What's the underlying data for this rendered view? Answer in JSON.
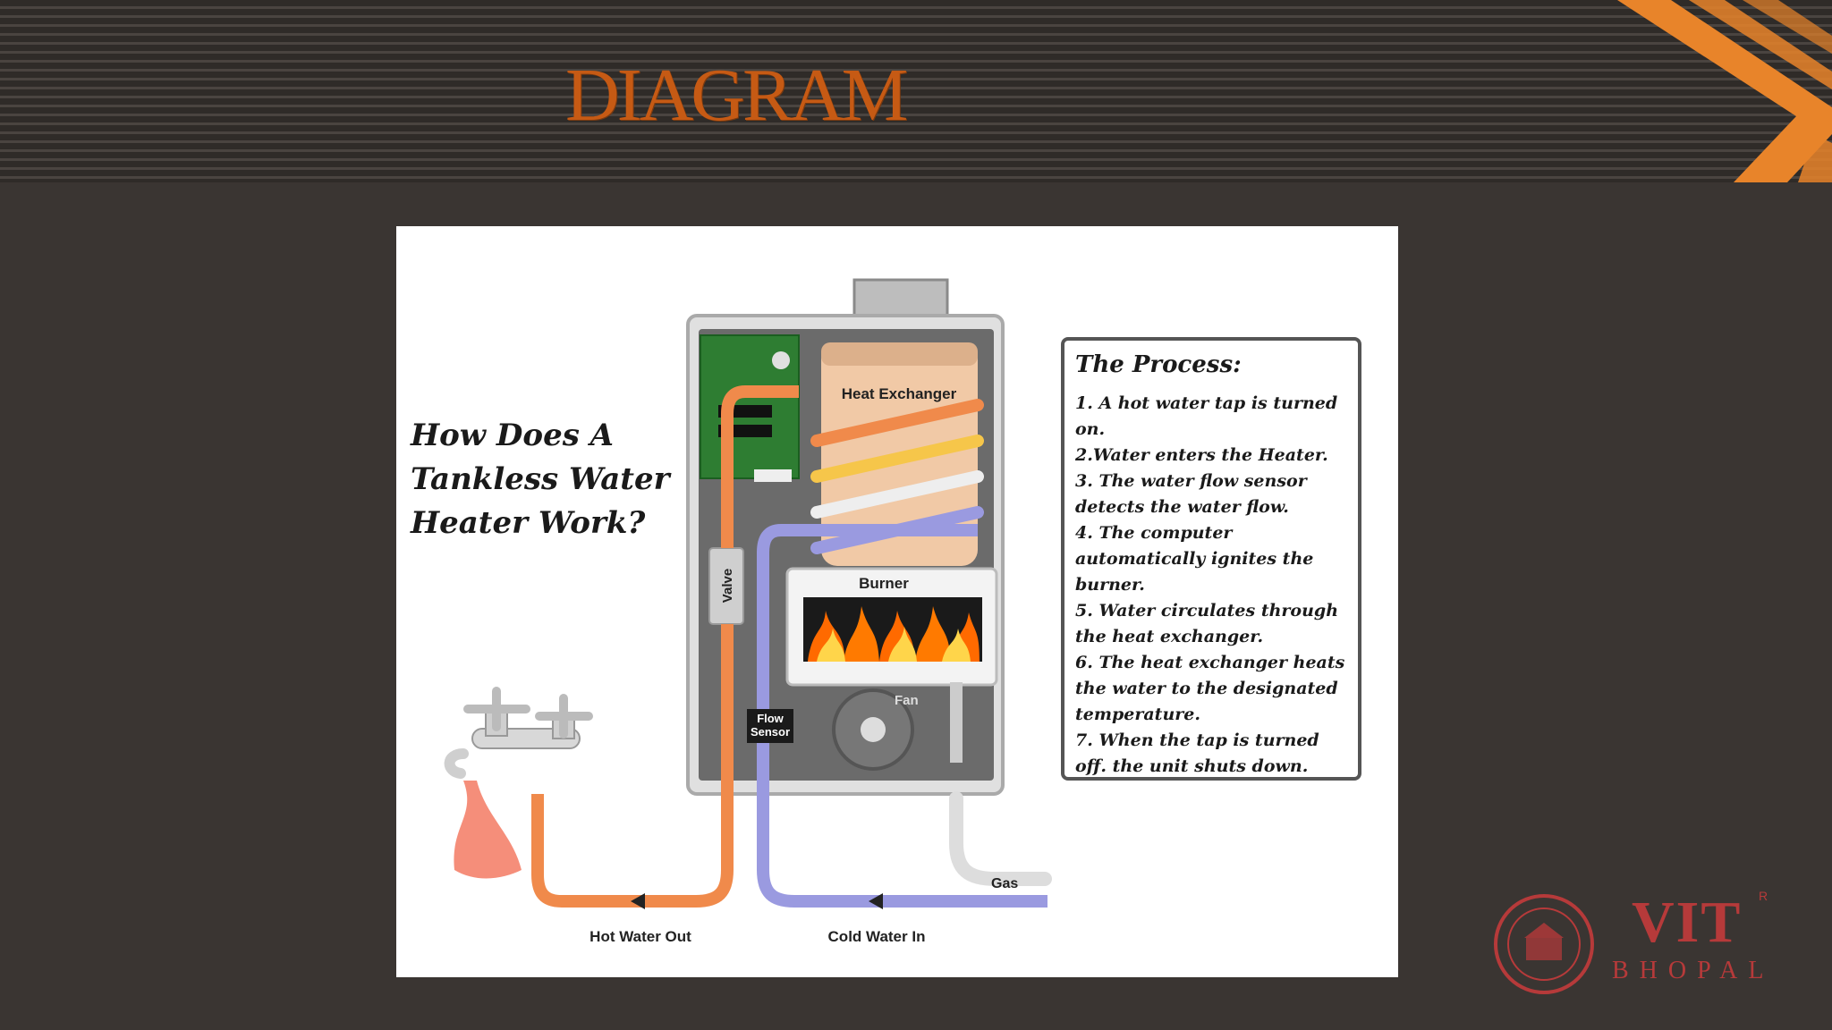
{
  "slide": {
    "title": "DIAGRAM"
  },
  "figure": {
    "heading": "How Does A Tankless Water Heater Work?",
    "process_title": "The Process:",
    "process_steps": [
      "1. A hot water tap is turned on.",
      "2.Water enters the Heater.",
      "3. The water flow sensor detects the water flow.",
      "4. The computer automatically ignites the burner.",
      "5. Water circulates through the heat exchanger.",
      "6. The heat exchanger heats the water to the designated temperature.",
      "7. When the tap is turned off. the unit shuts down."
    ],
    "labels": {
      "heat_exchanger": "Heat Exchanger",
      "burner": "Burner",
      "valve": "Valve",
      "flow_sensor_line1": "Flow",
      "flow_sensor_line2": "Sensor",
      "fan": "Fan",
      "gas": "Gas",
      "hot_water_out": "Hot Water Out",
      "cold_water_in": "Cold Water In"
    }
  },
  "logo": {
    "name": "VIT",
    "sub": "BHOPAL",
    "mark": "R"
  },
  "colors": {
    "background": "#3a3532",
    "title": "#c65a14",
    "accent": "#e8842a",
    "hot_pipe": "#f08a4b",
    "cold_pipe": "#9a9ae0",
    "logo": "#b63a3a"
  }
}
